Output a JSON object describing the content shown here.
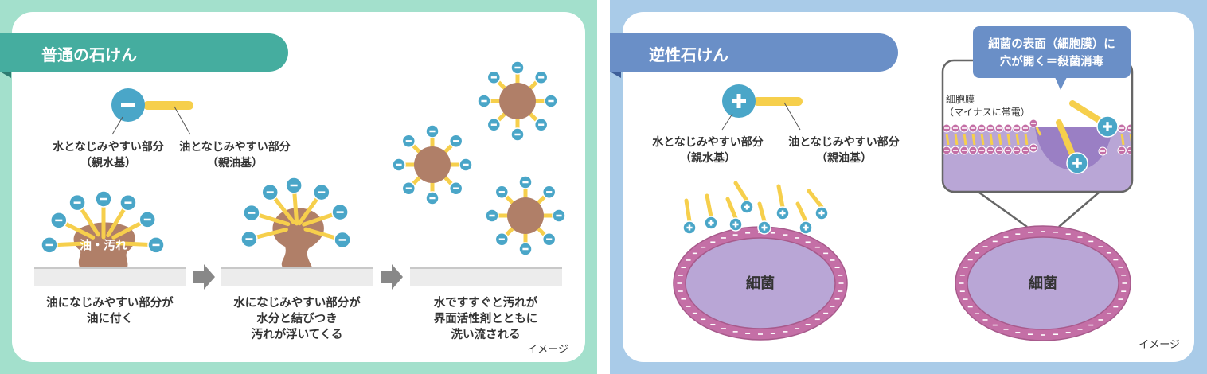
{
  "colors": {
    "left_bg": "#a3e0cc",
    "right_bg": "#a9cbe8",
    "teal": "#45ad9f",
    "blue_banner": "#6a8fc7",
    "ion": "#4aa6c8",
    "tail": "#f6cf4c",
    "dirt": "#b07f68",
    "membrane": "#c46fa6",
    "cell": "#b9a6d6"
  },
  "left": {
    "title": "普通の石けん",
    "hydrophilic_label": "水となじみやすい部分",
    "hydrophilic_sub": "（親水基）",
    "lipophilic_label": "油となじみやすい部分",
    "lipophilic_sub": "（親油基）",
    "dirt_label": "油・汚れ",
    "steps": [
      {
        "lines": [
          "油になじみやすい部分が",
          "油に付く"
        ]
      },
      {
        "lines": [
          "水になじみやすい部分が",
          "水分と結びつき",
          "汚れが浮いてくる"
        ]
      },
      {
        "lines": [
          "水ですすぐと汚れが",
          "界面活性剤とともに",
          "洗い流される"
        ]
      }
    ],
    "note": "イメージ"
  },
  "right": {
    "title": "逆性石けん",
    "hydrophilic_label": "水となじみやすい部分",
    "hydrophilic_sub": "（親水基）",
    "lipophilic_label": "油となじみやすい部分",
    "lipophilic_sub": "（親油基）",
    "bacteria_label": "細菌",
    "membrane_label": "細胞膜",
    "membrane_sub": "（マイナスに帯電）",
    "callout_line1": "細菌の表面（細胞膜）に",
    "callout_line2": "穴が開く＝殺菌消毒",
    "note": "イメージ"
  }
}
